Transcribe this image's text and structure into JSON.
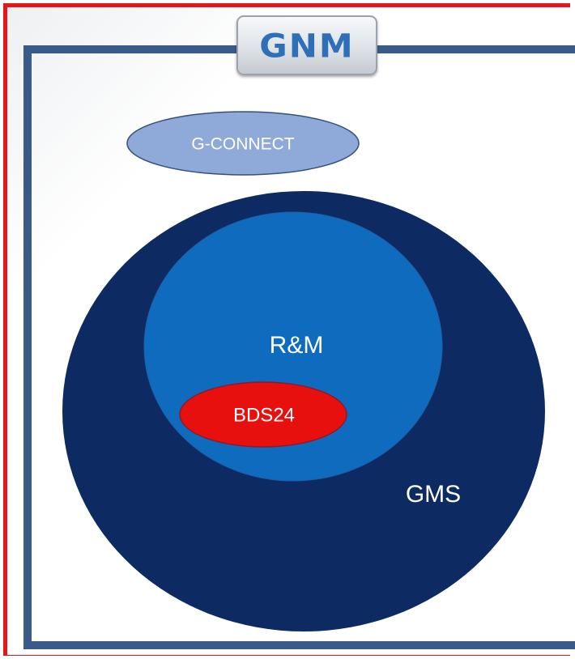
{
  "logo": {
    "text": "GNM"
  },
  "diagram": {
    "gconnect_label": "G-CONNECT",
    "gms_label": "GMS",
    "rm_label": "R&M",
    "bds_label": "BDS24"
  },
  "colors": {
    "red_border": "#e8161b",
    "frame_blue": "#3a5a8a",
    "logo_blue": "#2e6fb8",
    "gconnect_fill": "#8fa9d9",
    "gms_fill": "#0d2a63",
    "rm_fill": "#0f6bbd",
    "bds_fill": "#e8100f"
  }
}
